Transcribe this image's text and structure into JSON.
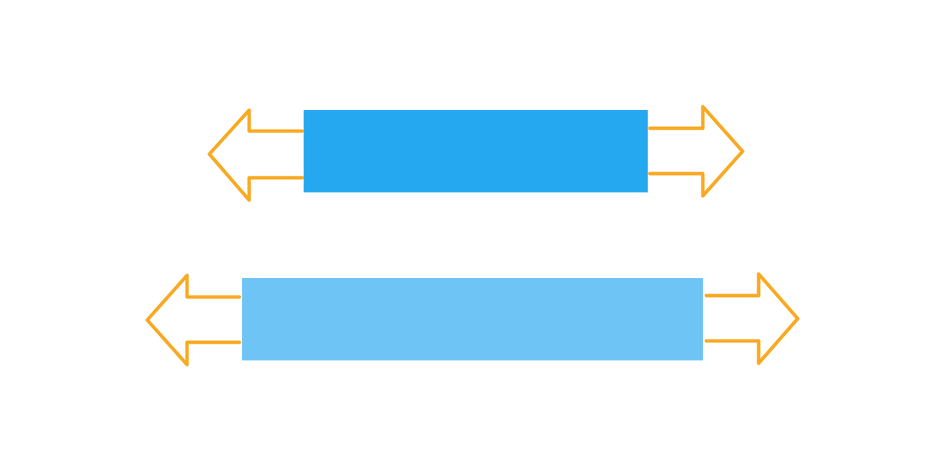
{
  "colors": {
    "background": "#ffffff",
    "arrow_stroke": "#F8AA23",
    "bar_original": "#26A8F1",
    "bar_stretched": "#6EC4F5"
  },
  "shapes": {
    "top_bar": {
      "fill_key": "bar_original",
      "description_icon": "horizontal-bar"
    },
    "bottom_bar": {
      "fill_key": "bar_stretched",
      "description_icon": "horizontal-bar"
    },
    "arrows": [
      "left-arrow-icon",
      "right-arrow-icon"
    ]
  }
}
